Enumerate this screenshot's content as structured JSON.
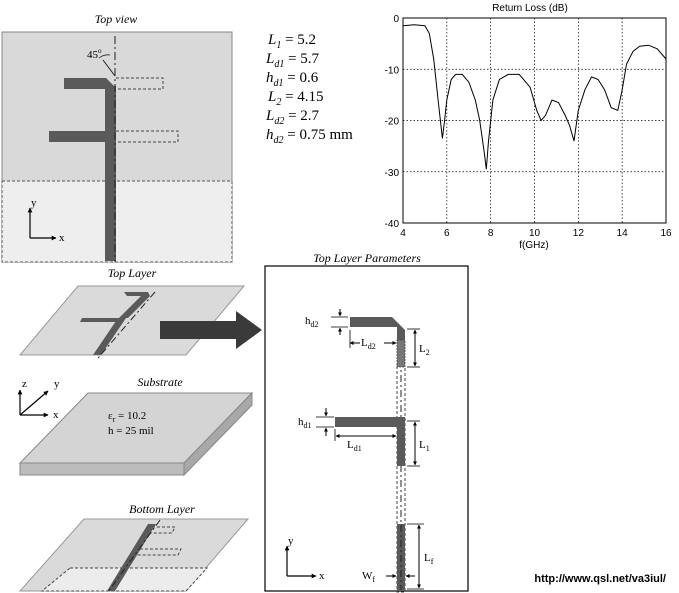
{
  "top_view": {
    "title": "Top view",
    "angle": "45",
    "angle_deg_sym": "o",
    "axis_y": "y",
    "axis_x": "x"
  },
  "params": [
    {
      "name": "L",
      "sub": "1",
      "eq": " = ",
      "val": "5.2"
    },
    {
      "name": "L",
      "sub": "d1",
      "eq": " = ",
      "val": "5.7"
    },
    {
      "name": "h",
      "sub": "d1",
      "eq": " = ",
      "val": "0.6"
    },
    {
      "name": "L",
      "sub": "2",
      "eq": " = ",
      "val": "4.15"
    },
    {
      "name": "L",
      "sub": "d2",
      "eq": " = ",
      "val": "2.7"
    },
    {
      "name": "h",
      "sub": "d2",
      "eq": " = ",
      "val": "0.75 mm"
    }
  ],
  "chart_data": {
    "type": "line",
    "title": "Return Loss (dB)",
    "xlabel": "f(GHz)",
    "ylabel": "",
    "xlim": [
      4,
      16
    ],
    "ylim": [
      -40,
      0
    ],
    "xticks": [
      "4",
      "6",
      "8",
      "10",
      "12",
      "14",
      "16"
    ],
    "yticks": [
      "0",
      "-10",
      "-20",
      "-30",
      "-40"
    ],
    "grid": true,
    "series": [
      {
        "name": "",
        "x": [
          4.0,
          4.5,
          5.0,
          5.2,
          5.4,
          5.6,
          5.8,
          5.9,
          6.0,
          6.2,
          6.4,
          6.7,
          7.0,
          7.3,
          7.5,
          7.7,
          7.8,
          7.9,
          8.1,
          8.4,
          8.8,
          9.3,
          9.8,
          10.1,
          10.3,
          10.5,
          10.8,
          11.1,
          11.4,
          11.6,
          11.8,
          12.0,
          12.3,
          12.6,
          12.9,
          13.2,
          13.5,
          13.8,
          14.0,
          14.2,
          14.5,
          14.8,
          15.2,
          15.6,
          16.0
        ],
        "y": [
          -1.5,
          -1.3,
          -1.5,
          -3,
          -8,
          -16,
          -23.5,
          -20,
          -16,
          -12,
          -11,
          -11,
          -12.5,
          -16,
          -20,
          -26,
          -29.5,
          -24,
          -16,
          -12,
          -11,
          -11,
          -13.5,
          -18,
          -20,
          -19,
          -16,
          -16.5,
          -19,
          -21,
          -24,
          -18,
          -14,
          -11.5,
          -12,
          -14,
          -17.5,
          -18,
          -14,
          -9,
          -6.5,
          -5.5,
          -5.3,
          -6,
          -8
        ]
      }
    ]
  },
  "top_layer": {
    "title": "Top Layer"
  },
  "substrate": {
    "title": "Substrate",
    "eps_sym": "ε",
    "eps_sub": "r",
    "eps_val": " = 10.2",
    "h": "h = 25 mil",
    "axis_z": "z",
    "axis_y": "y",
    "axis_x": "x"
  },
  "bottom_layer": {
    "title": "Bottom Layer"
  },
  "top_layer_params": {
    "title": "Top Layer Parameters",
    "hd2": {
      "main": "h",
      "sub": "d2"
    },
    "Ld2": {
      "main": "L",
      "sub": "d2"
    },
    "L2": {
      "main": "L",
      "sub": "2"
    },
    "hd1": {
      "main": "h",
      "sub": "d1"
    },
    "Ld1": {
      "main": "L",
      "sub": "d1"
    },
    "L1": {
      "main": "L",
      "sub": "1"
    },
    "Lf": {
      "main": "L",
      "sub": "f"
    },
    "Wf": {
      "main": "W",
      "sub": "f"
    },
    "axis_y": "y",
    "axis_x": "x"
  },
  "url": "http://www.qsl.net/va3iul/"
}
